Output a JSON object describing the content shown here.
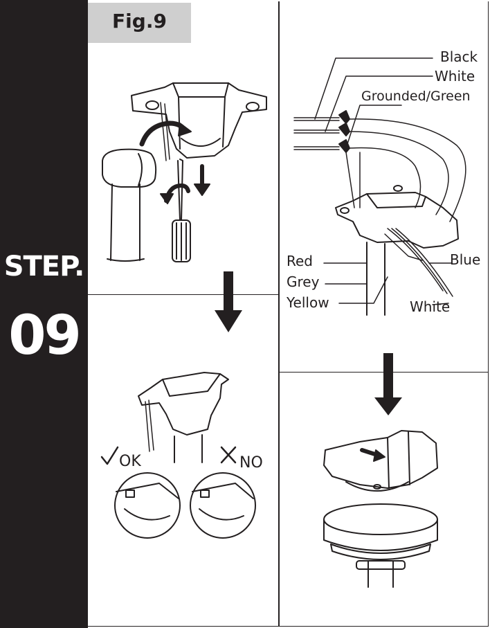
{
  "sidebar": {
    "step_label": "STEP.",
    "step_number": "09"
  },
  "figure": {
    "label": "Fig.9"
  },
  "wires_top": {
    "black": "Black",
    "white": "White",
    "ground": "Grounded/Green"
  },
  "wires_bottom": {
    "red": "Red",
    "grey": "Grey",
    "yellow": "Yellow",
    "blue": "Blue",
    "white": "White"
  },
  "check": {
    "ok": "OK",
    "no": "NO"
  }
}
